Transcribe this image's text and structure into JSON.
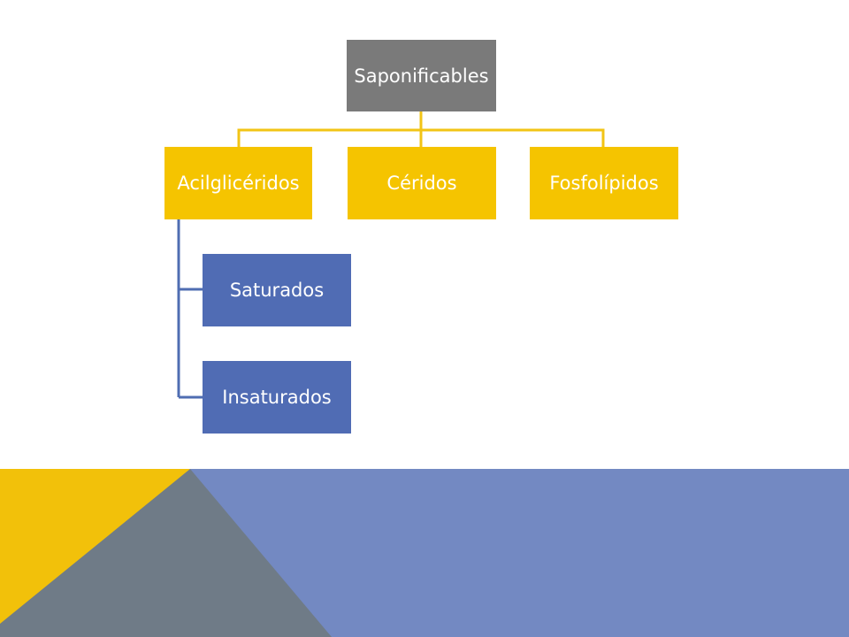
{
  "colors": {
    "root": "#7a7a7a",
    "level1": "#f5c400",
    "level2": "#506cb4",
    "connector_yellow": "#f2c416",
    "connector_blue": "#4f6db2",
    "band_blue": "#7389c2",
    "band_gray": "#6f7b87",
    "band_yellow": "#f2c10a"
  },
  "diagram": {
    "root": {
      "label": "Saponificables"
    },
    "children": [
      {
        "label": "Acilglicéridos",
        "children": [
          {
            "label": "Saturados"
          },
          {
            "label": "Insaturados"
          }
        ]
      },
      {
        "label": "Céridos"
      },
      {
        "label": "Fosfolípidos"
      }
    ]
  }
}
